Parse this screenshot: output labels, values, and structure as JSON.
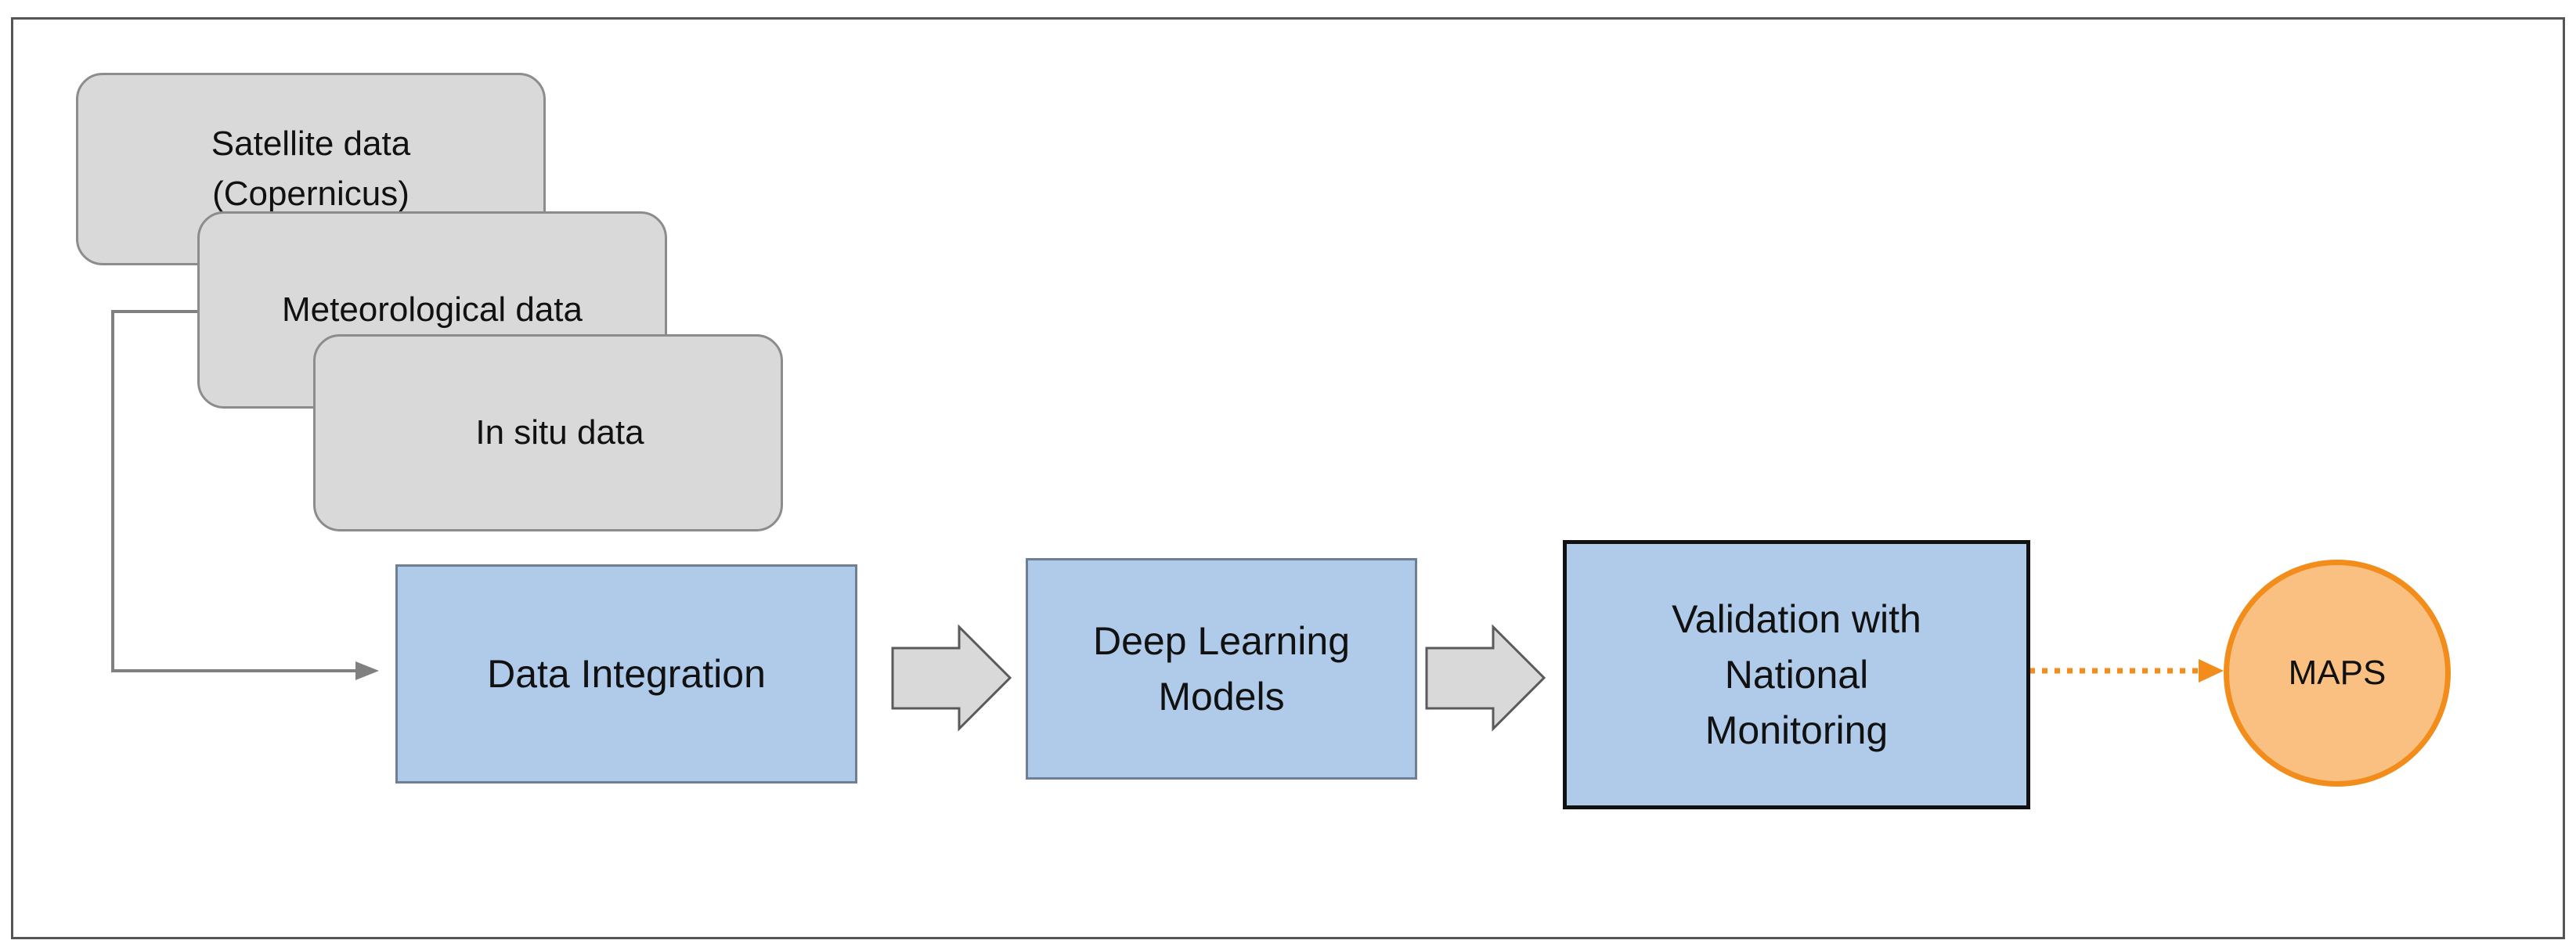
{
  "sources": [
    {
      "label": "Satellite data\n(Copernicus)"
    },
    {
      "label": "Meteorological data"
    },
    {
      "label": "In situ data"
    }
  ],
  "steps": [
    {
      "label": "Data Integration"
    },
    {
      "label": "Deep Learning\nModels"
    },
    {
      "label": "Validation with\nNational\nMonitoring"
    }
  ],
  "output": {
    "label": "MAPS"
  },
  "colors": {
    "source_fill": "#d9d9d9",
    "step_fill": "#b0cbea",
    "output_fill": "#f9c082",
    "output_stroke": "#f28c1b",
    "connector": "#808080"
  }
}
